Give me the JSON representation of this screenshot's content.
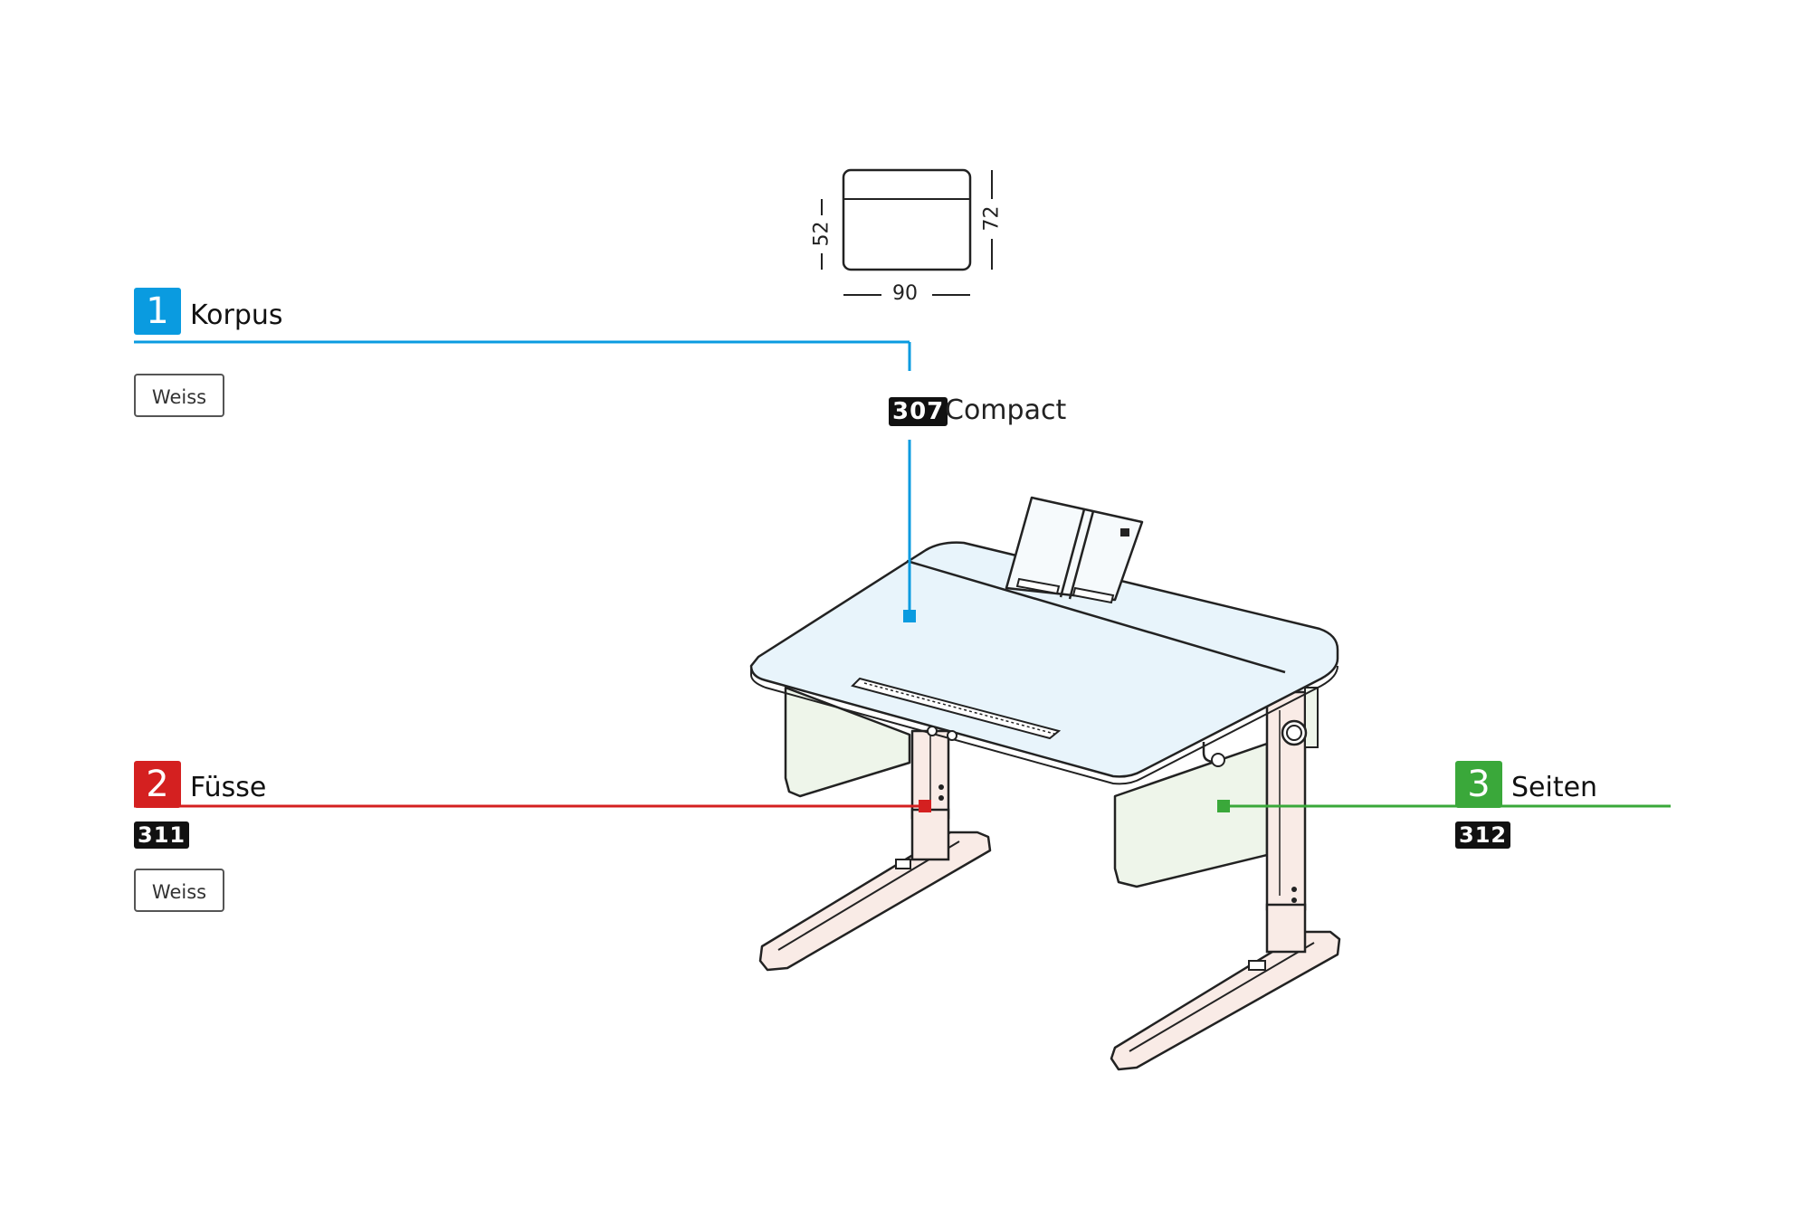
{
  "dimensions": {
    "depth": "52",
    "height": "72",
    "width": "90"
  },
  "sections": [
    {
      "number": "1",
      "label": "Korpus",
      "color": "#0a9be0",
      "option": "Weiss"
    },
    {
      "number": "2",
      "label": "Füsse",
      "color": "#d42020",
      "code": "311",
      "option": "Weiss"
    },
    {
      "number": "3",
      "label": "Seiten",
      "color": "#3aa83a",
      "code": "312"
    }
  ],
  "product": {
    "code": "307",
    "name": "Compact"
  },
  "colors": {
    "korpus": "#0a9be0",
    "fuesse": "#d42020",
    "seiten": "#3aa83a",
    "desktop_fill": "#e8f4fb",
    "leg_fill": "#f9ebe6",
    "side_fill": "#eef5ea"
  }
}
